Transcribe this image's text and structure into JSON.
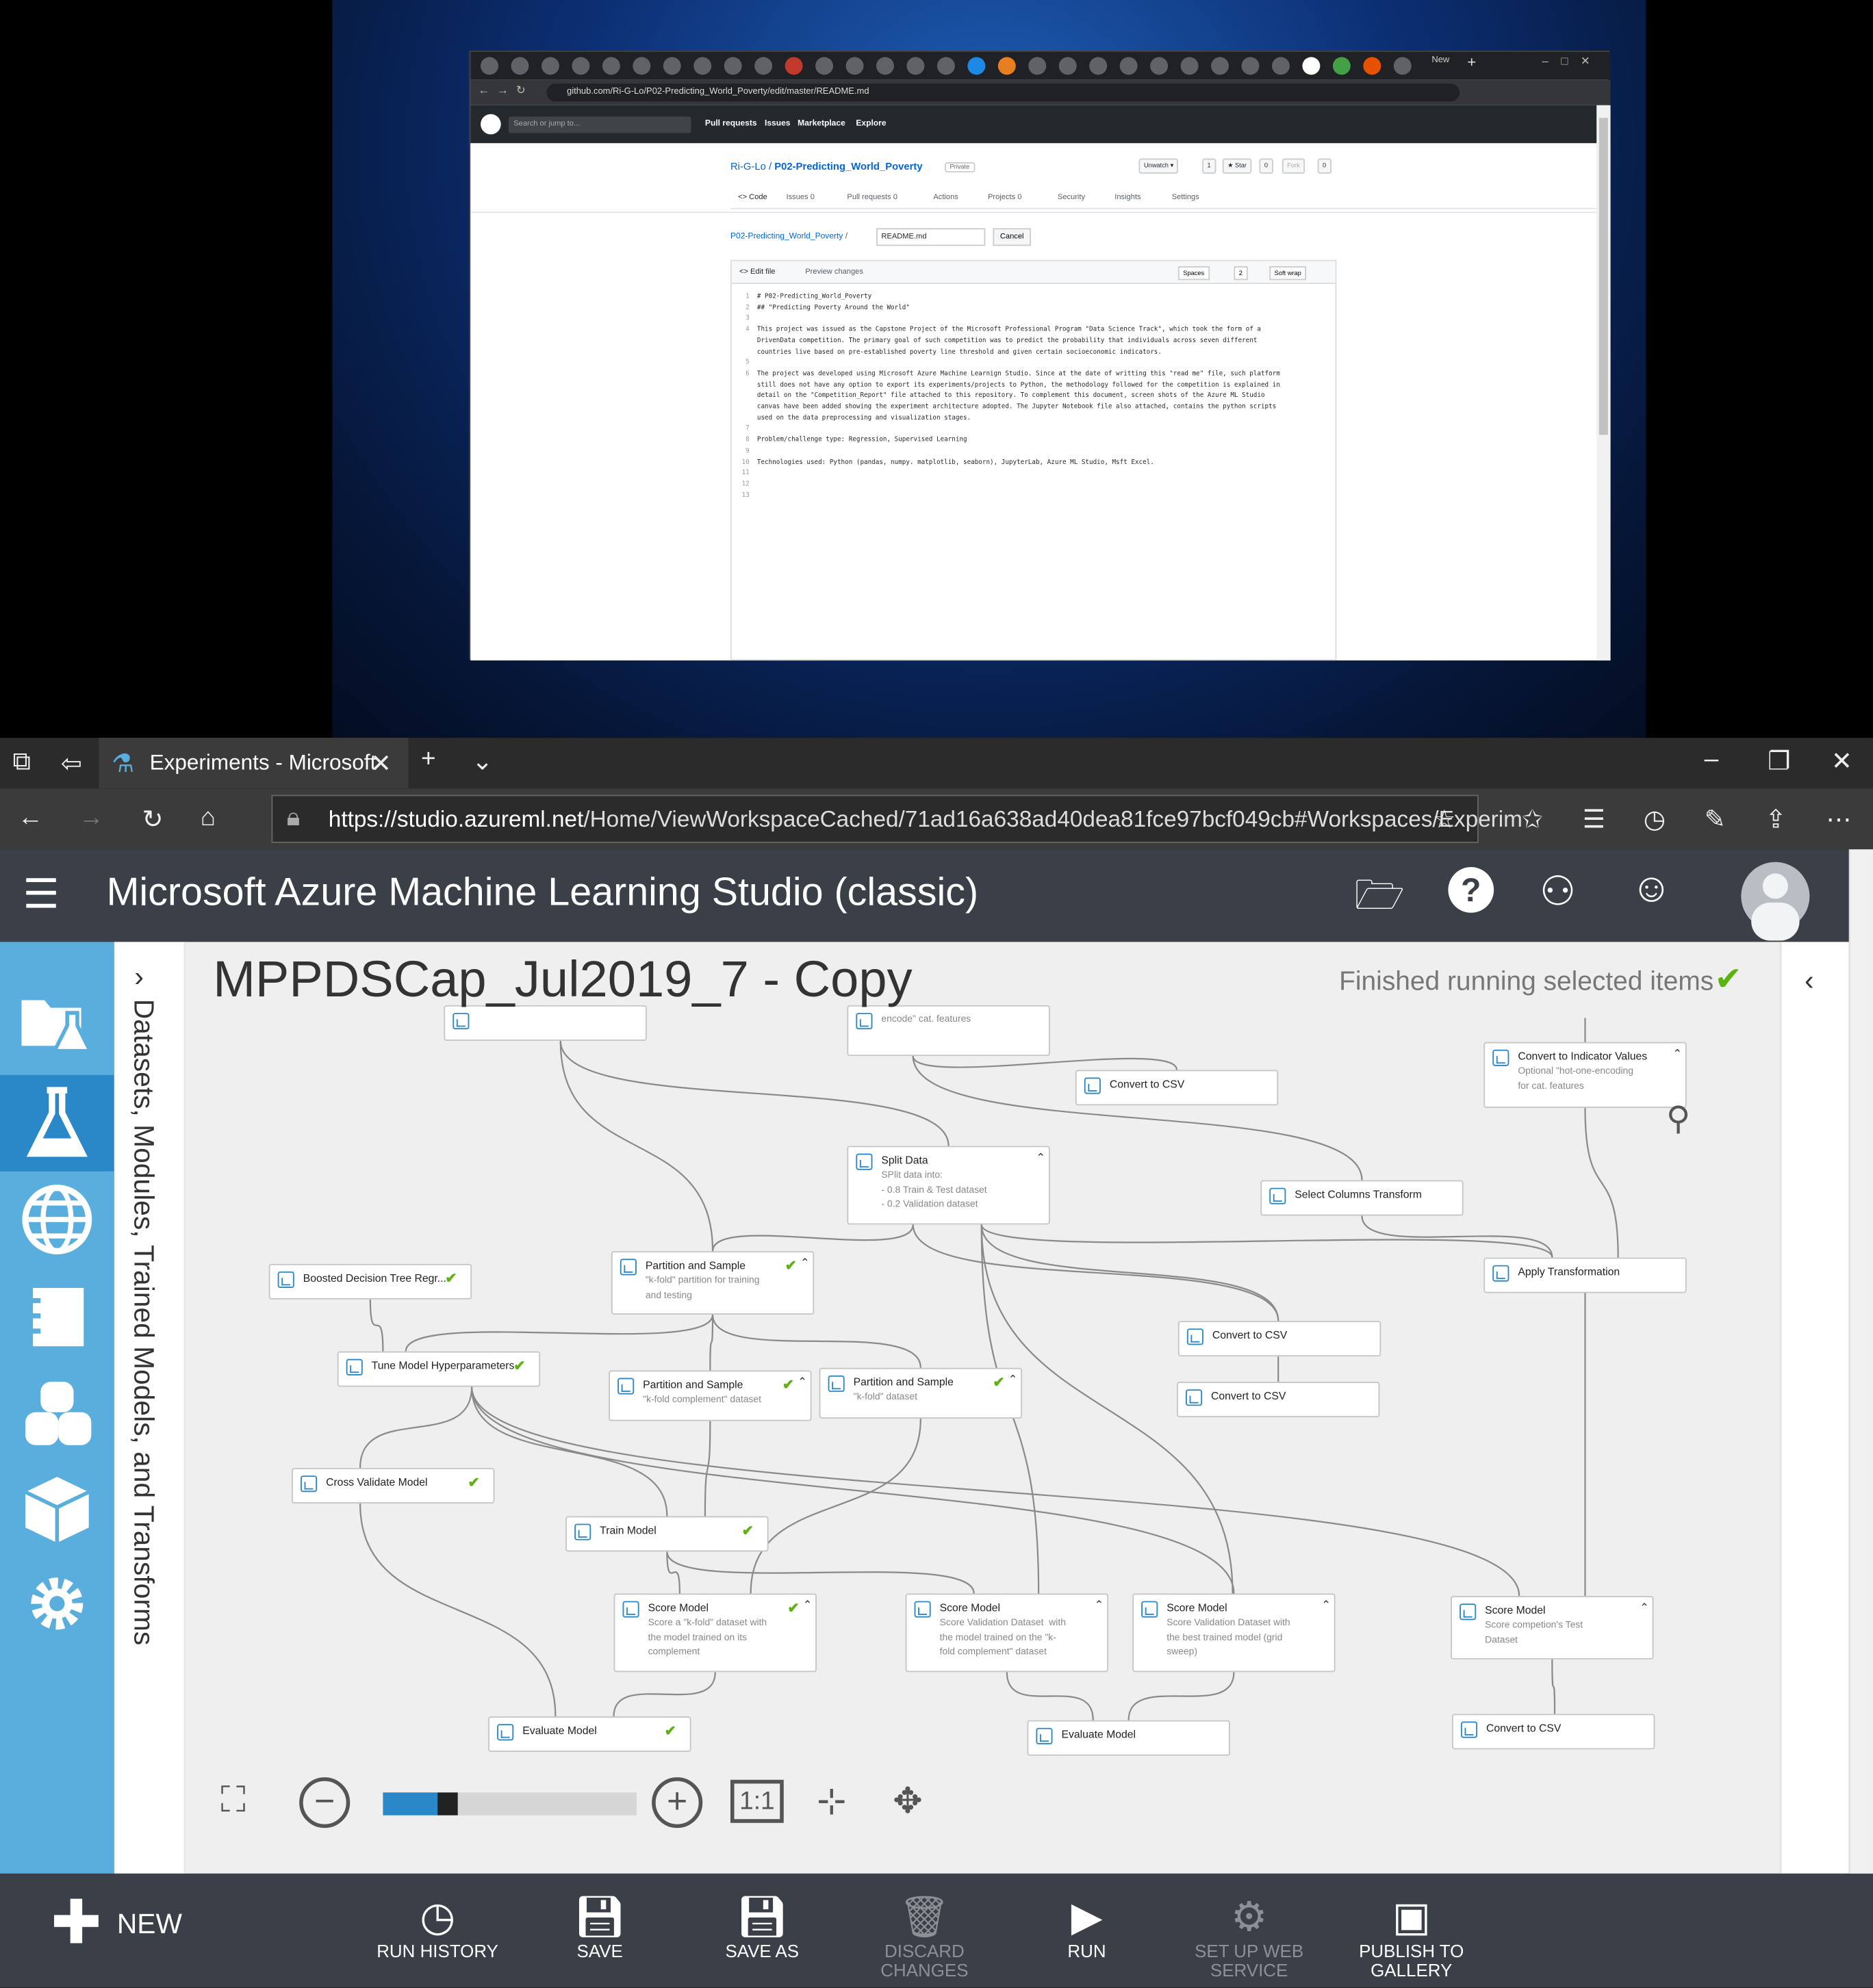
{
  "chrome": {
    "new_tab_label": "New",
    "url": "github.com/Ri-G-Lo/P02-Predicting_World_Poverty/edit/master/README.md"
  },
  "github": {
    "search_placeholder": "Search or jump to...",
    "nav": [
      "Pull requests",
      "Issues",
      "Marketplace",
      "Explore"
    ],
    "owner": "Ri-G-Lo",
    "repo": "P02-Predicting_World_Poverty",
    "private_label": "Private",
    "unwatch_label": "Unwatch ▾",
    "unwatch_count": "1",
    "star_label": "★ Star",
    "star_count": "0",
    "fork_label": "Fork",
    "fork_count": "0",
    "tabs": [
      "<> Code",
      "Issues 0",
      "Pull requests 0",
      "Actions",
      "Projects 0",
      "Security",
      "Insights",
      "Settings"
    ],
    "crumb_repo": "P02-Predicting_World_Poverty",
    "crumb_sep": "/",
    "file_name": "README.md",
    "cancel_label": "Cancel",
    "edit_tab": "<> Edit file",
    "preview_tab": "Preview changes",
    "indent_mode": "Spaces",
    "indent_size": "2",
    "wrap_mode": "Soft wrap",
    "code_lines": [
      {
        "n": "1",
        "t": "# P02-Predicting_World_Poverty"
      },
      {
        "n": "2",
        "t": "## \"Predicting Poverty Around the World\""
      },
      {
        "n": "3",
        "t": ""
      },
      {
        "n": "4",
        "t": "This project was issued as the Capstone Project of the Microsoft Professional Program \"Data Science Track\", which took the form of a"
      },
      {
        "n": "",
        "t": "DrivenData competition. The primary goal of such competition was to predict the probability that individuals across seven different"
      },
      {
        "n": "",
        "t": "countries live based on pre-established poverty line threshold and given certain socioeconomic indicators."
      },
      {
        "n": "5",
        "t": ""
      },
      {
        "n": "6",
        "t": "The project was developed using Microsoft Azure Machine Learnign Studio. Since at the date of writting this \"read me\" file, such platform"
      },
      {
        "n": "",
        "t": "still does not have any option to export its experiments/projects to Python, the methodology followed for the competition is explained in"
      },
      {
        "n": "",
        "t": "detail on the \"Competition_Report\" file attached to this repository. To complement this document, screen shots of the Azure ML Studio"
      },
      {
        "n": "",
        "t": "canvas have been added showing the experiment architecture adopted. The Jupyter Notebook file also attached, contains the python scripts"
      },
      {
        "n": "",
        "t": "used on the data preprocessing and visualization stages."
      },
      {
        "n": "7",
        "t": ""
      },
      {
        "n": "8",
        "t": "Problem/challenge type: Regression, Supervised Learning"
      },
      {
        "n": "9",
        "t": ""
      },
      {
        "n": "10",
        "t": "Technologies used: Python (pandas, numpy. matplotlib, seaborn), JupyterLab, Azure ML Studio, Msft Excel."
      },
      {
        "n": "11",
        "t": ""
      },
      {
        "n": "12",
        "t": ""
      },
      {
        "n": "13",
        "t": ""
      }
    ]
  },
  "edge": {
    "tab_title": "Experiments - Microsoft",
    "url_host": "https://studio.azureml.net",
    "url_path": "/Home/ViewWorkspaceCached/71ad16a638ad40dea81fce97bcf049cb#Workspaces/Experim"
  },
  "azure": {
    "app_title": "Microsoft Azure Machine Learning Studio (classic)",
    "palette_label": "Datasets, Modules, Trained Models, and Transforms",
    "experiment_title": "MPPDSCap_Jul2019_7 - Copy",
    "status": "Finished running selected items",
    "nodes": [
      {
        "title": "",
        "desc": ""
      },
      {
        "title": "",
        "desc": "encode\" cat. features"
      },
      {
        "title": "Convert to CSV",
        "desc": ""
      },
      {
        "title": "Convert to Indicator Values",
        "desc": "Optional \"hot-one-encoding\nfor cat. features"
      },
      {
        "title": "Split Data",
        "desc": "SPlit data into:\n- 0.8 Train & Test dataset\n- 0.2 Validation dataset"
      },
      {
        "title": "Select Columns Transform",
        "desc": ""
      },
      {
        "title": "Boosted Decision Tree Regr...",
        "desc": ""
      },
      {
        "title": "Partition and Sample",
        "desc": "\"k-fold\" partition for training\nand testing"
      },
      {
        "title": "Apply Transformation",
        "desc": ""
      },
      {
        "title": "Tune Model Hyperparameters",
        "desc": ""
      },
      {
        "title": "Partition and Sample",
        "desc": "\"k-fold complement\" dataset"
      },
      {
        "title": "Partition and Sample",
        "desc": "\"k-fold\" dataset"
      },
      {
        "title": "Convert to CSV",
        "desc": ""
      },
      {
        "title": "Convert to CSV",
        "desc": ""
      },
      {
        "title": "Cross Validate Model",
        "desc": ""
      },
      {
        "title": "Train Model",
        "desc": ""
      },
      {
        "title": "Score Model",
        "desc": "Score a \"k-fold\" dataset with\nthe model trained on its\ncomplement"
      },
      {
        "title": "Score Model",
        "desc": "Score Validation Dataset  with\nthe model trained on the \"k-\nfold complement\" dataset"
      },
      {
        "title": "Score Model",
        "desc": "Score Validation Dataset with\nthe best trained model (grid\nsweep)"
      },
      {
        "title": "Score Model",
        "desc": "Score competion's Test\nDataset"
      },
      {
        "title": "Evaluate Model",
        "desc": ""
      },
      {
        "title": "Evaluate Model",
        "desc": ""
      },
      {
        "title": "Convert to CSV",
        "desc": ""
      }
    ],
    "zoom_level": 0.2,
    "commands": [
      {
        "label": "RUN HISTORY",
        "icon": "history-icon",
        "enabled": true
      },
      {
        "label": "SAVE",
        "icon": "save-icon",
        "enabled": true
      },
      {
        "label": "SAVE AS",
        "icon": "save-as-icon",
        "enabled": true
      },
      {
        "label": "DISCARD CHANGES",
        "icon": "trash-icon",
        "enabled": false
      },
      {
        "label": "RUN",
        "icon": "play-icon",
        "enabled": true
      },
      {
        "label": "SET UP WEB SERVICE",
        "icon": "web-service-icon",
        "enabled": false
      },
      {
        "label": "PUBLISH TO GALLERY",
        "icon": "gallery-icon",
        "enabled": true
      }
    ],
    "new_label": "NEW",
    "accent": "#2b88c8",
    "success": "#5cb30e"
  }
}
